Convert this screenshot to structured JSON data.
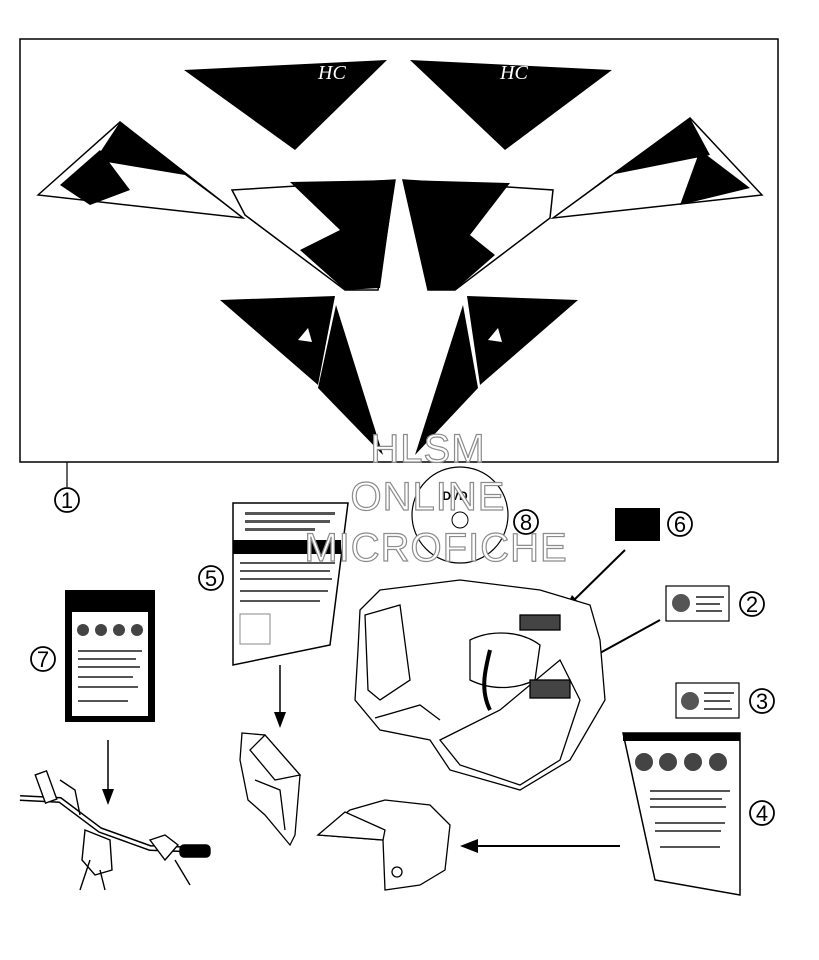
{
  "decal_logo": "HC",
  "dvd_label": "DVD",
  "callouts": [
    "1",
    "2",
    "3",
    "4",
    "5",
    "6",
    "7",
    "8"
  ],
  "watermark": [
    "HLSM",
    "ONLINE",
    "MICROFICHE"
  ]
}
